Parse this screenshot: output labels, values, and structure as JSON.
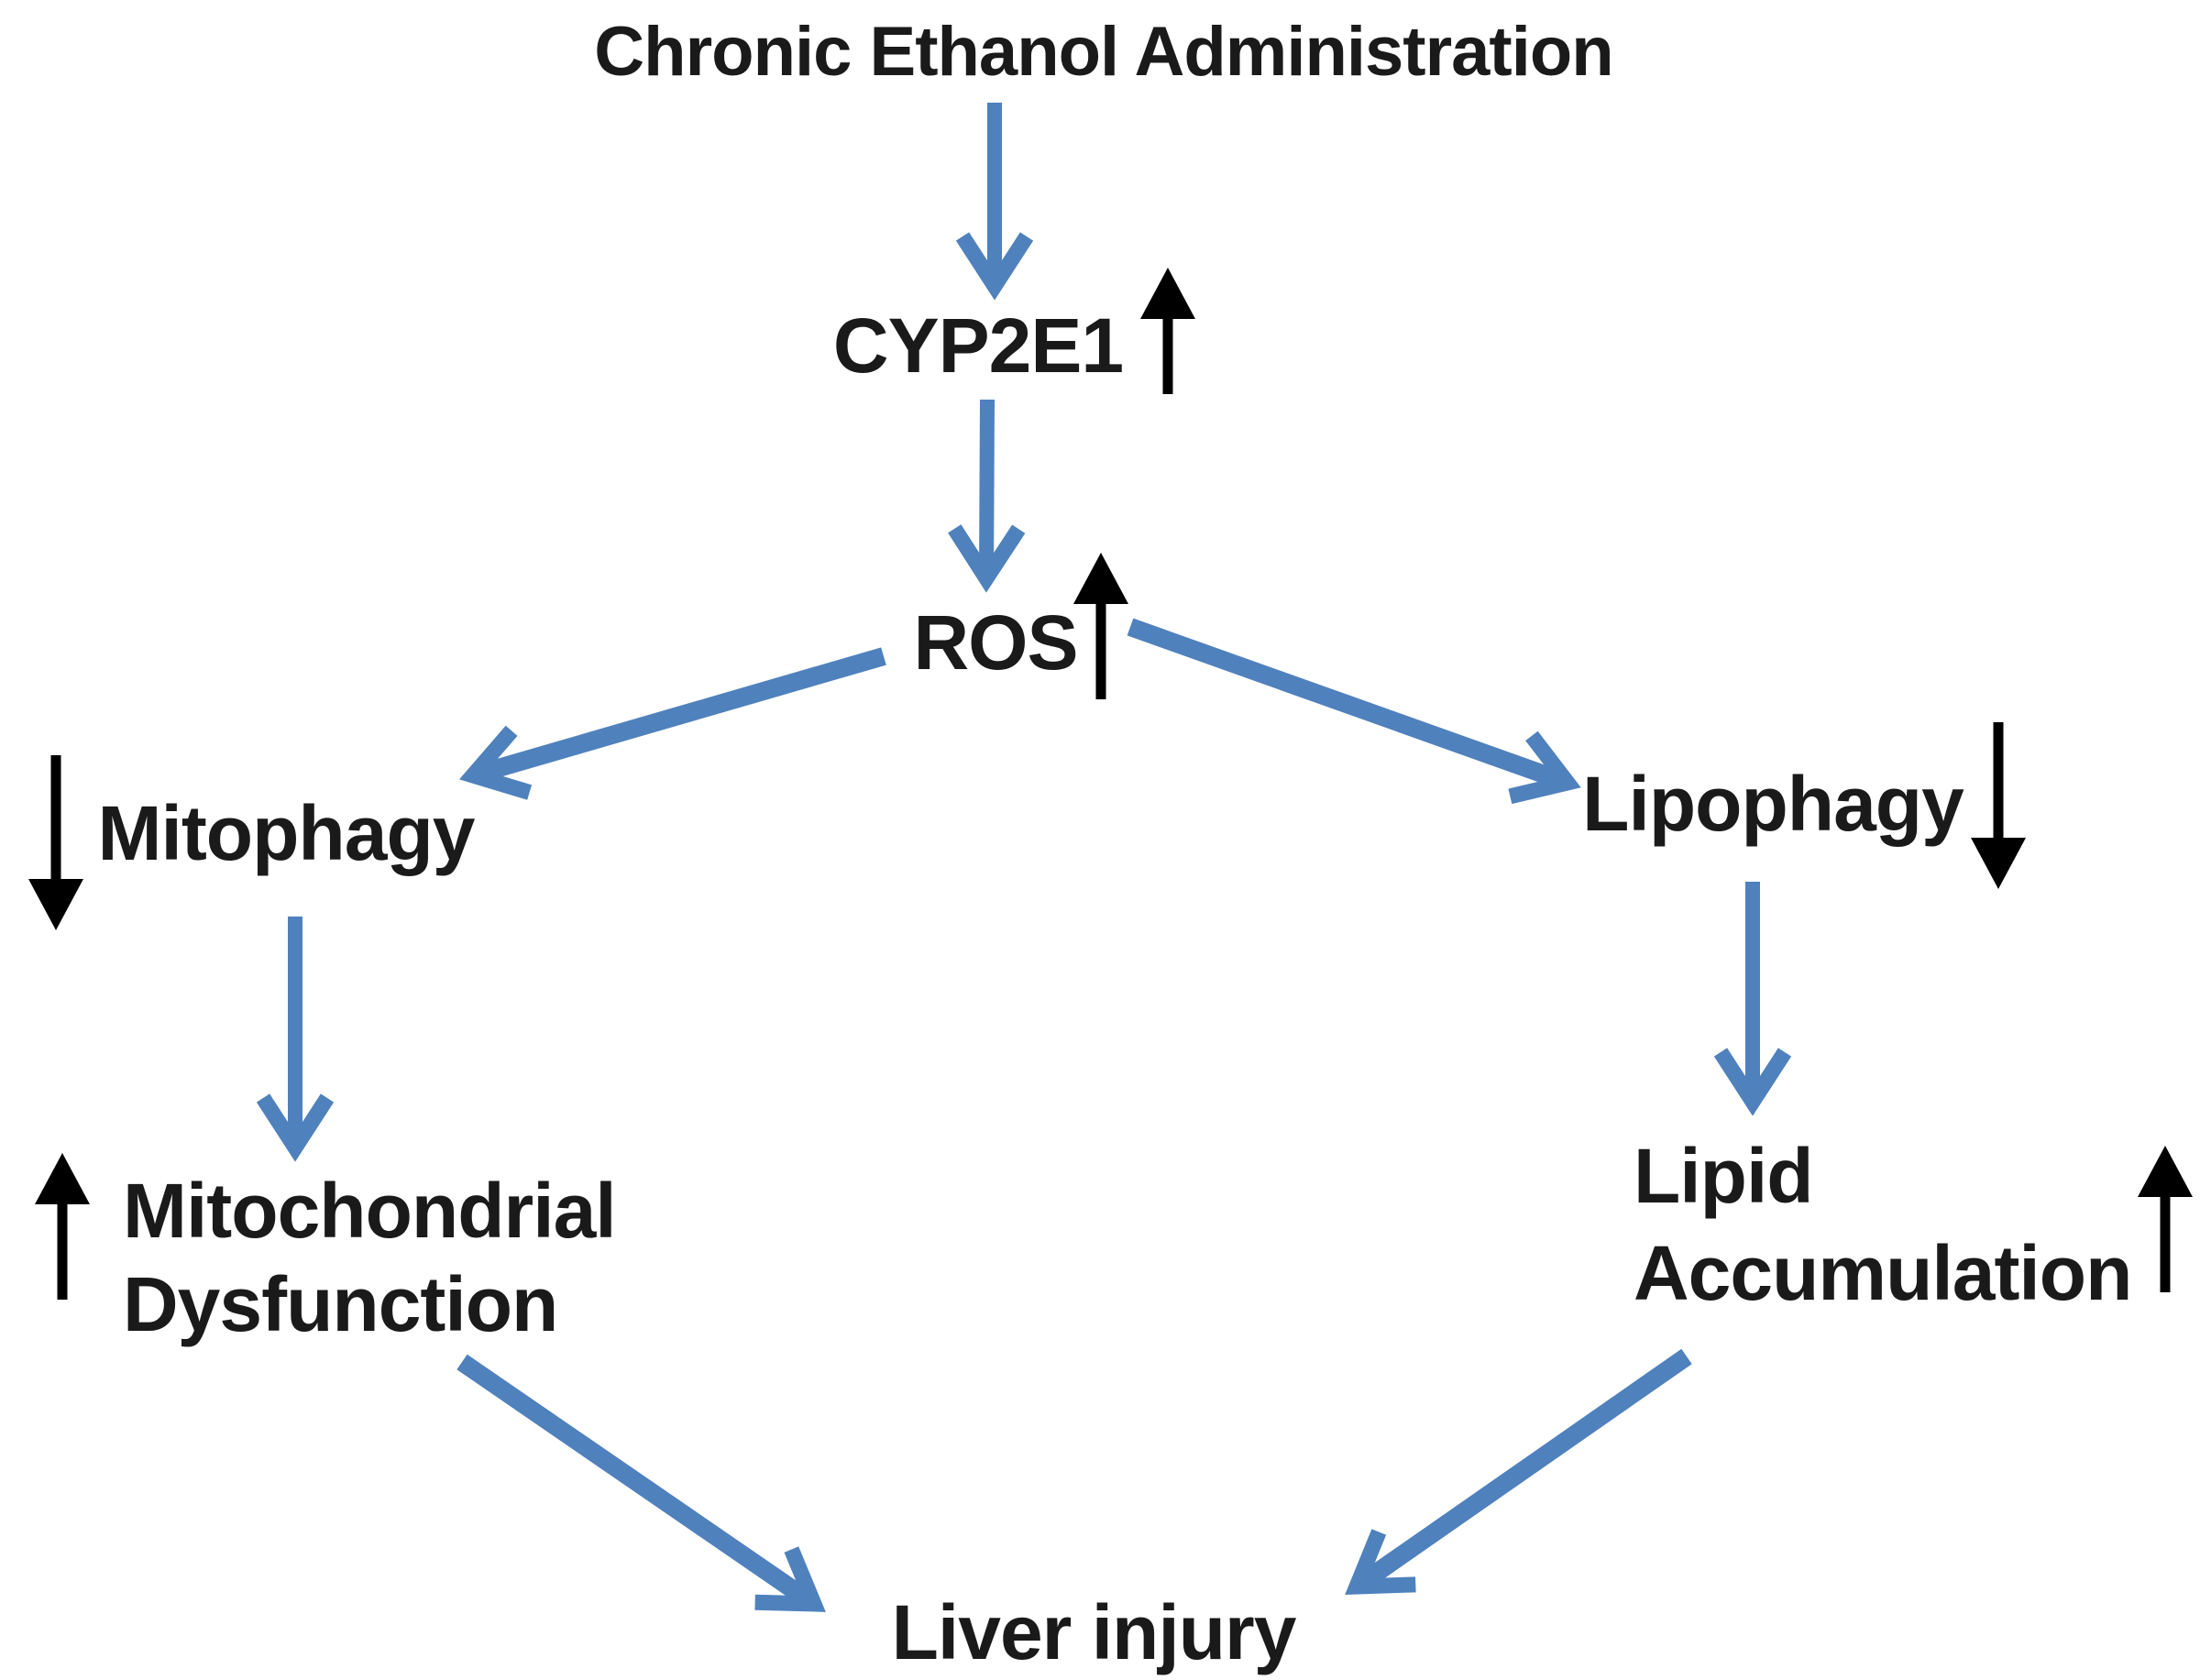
{
  "diagram": {
    "title": "Chronic Ethanol Administration",
    "nodes": {
      "chronic_ethanol": {
        "label": "Chronic Ethanol Administration",
        "trend": "none"
      },
      "cyp2e1": {
        "label": "CYP2E1",
        "trend": "up"
      },
      "ros": {
        "label": "ROS",
        "trend": "up"
      },
      "mitophagy": {
        "label": "Mitophagy",
        "trend": "down"
      },
      "lipophagy": {
        "label": "Lipophagy",
        "trend": "down"
      },
      "mitochondrial_dysfunction": {
        "lines": [
          "Mitochondrial",
          "Dysfunction"
        ],
        "trend": "up"
      },
      "lipid_accumulation": {
        "lines": [
          "Lipid",
          "Accumulation"
        ],
        "trend": "up"
      },
      "liver_injury": {
        "label": "Liver injury",
        "trend": "none"
      }
    },
    "edges": [
      {
        "from": "chronic_ethanol",
        "to": "cyp2e1"
      },
      {
        "from": "cyp2e1",
        "to": "ros"
      },
      {
        "from": "ros",
        "to": "mitophagy"
      },
      {
        "from": "ros",
        "to": "lipophagy"
      },
      {
        "from": "mitophagy",
        "to": "mitochondrial_dysfunction"
      },
      {
        "from": "lipophagy",
        "to": "lipid_accumulation"
      },
      {
        "from": "mitochondrial_dysfunction",
        "to": "liver_injury"
      },
      {
        "from": "lipid_accumulation",
        "to": "liver_injury"
      }
    ],
    "colors": {
      "arrow_blue": "#4f81bd",
      "arrow_black": "#000000",
      "text": "#1a1a1a",
      "background": "#ffffff"
    }
  }
}
